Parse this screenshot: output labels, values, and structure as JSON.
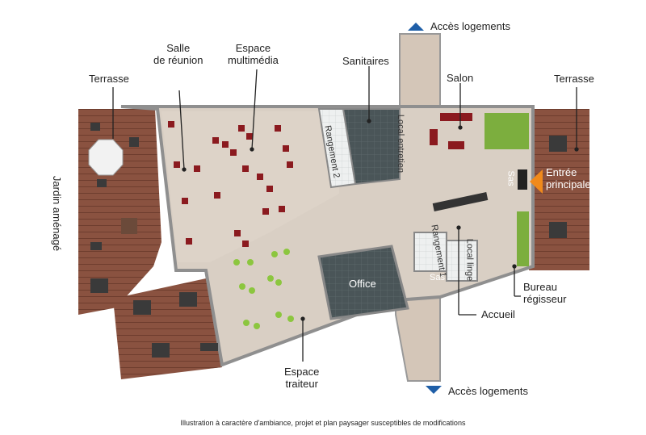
{
  "labels": {
    "terrasse_left": "Terrasse",
    "salle_reunion": [
      "Salle",
      "de réunion"
    ],
    "espace_multimedia": [
      "Espace",
      "multimédia"
    ],
    "sanitaires": "Sanitaires",
    "acces_logements_top": "Accès logements",
    "salon": "Salon",
    "terrasse_right": "Terrasse",
    "entree_principale": [
      "Entrée",
      "principale"
    ],
    "jardin_amenage": "Jardin aménagé",
    "office": "Office",
    "bureau_regisseur": [
      "Bureau",
      "régisseur"
    ],
    "accueil": "Accueil",
    "espace_traiteur": [
      "Espace",
      "traiteur"
    ],
    "acces_logements_bottom": "Accès logements"
  },
  "rooms": {
    "rangement_2": "Rangement 2",
    "local_entretien": "Local entretien",
    "sas_right": "Sas",
    "rangement_1": "Rangement 1",
    "local_linge": "Local linge",
    "sas_bottom": "Sas"
  },
  "footer": "Illustration à caractère d'ambiance, projet et plan paysager susceptibles de modifications",
  "colors": {
    "wood": "#8a5240",
    "floor": "#d9cfc4",
    "dark_tile": "#4a5558",
    "garden": "#7cae3e",
    "arrow_blue": "#1f5fa8",
    "arrow_orange": "#f08a1c",
    "chair_red": "#8b1a1f",
    "chair_green": "#8cc63f"
  }
}
